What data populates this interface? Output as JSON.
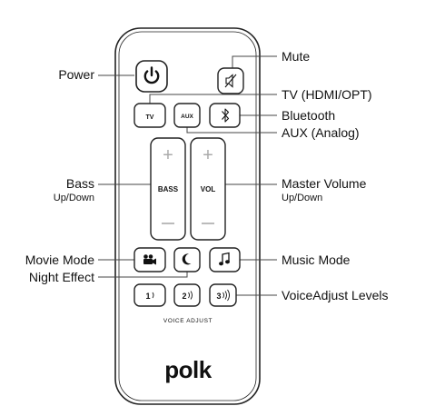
{
  "labels": {
    "power": "Power",
    "mute": "Mute",
    "tv": "TV (HDMI/OPT)",
    "bluetooth": "Bluetooth",
    "aux": "AUX (Analog)",
    "bass": "Bass",
    "bass_sub": "Up/Down",
    "master_volume": "Master Volume",
    "master_volume_sub": "Up/Down",
    "movie_mode": "Movie Mode",
    "night_effect": "Night Effect",
    "music_mode": "Music Mode",
    "voice_adjust_levels": "VoiceAdjust Levels"
  },
  "buttons": {
    "tv": "TV",
    "aux": "AUX",
    "bass": "BASS",
    "vol": "VOL",
    "plus": "+",
    "minus": "—",
    "voice1": "1",
    "voice2": "2",
    "voice3": "3",
    "voice_adjust": "VOICE ADJUST"
  },
  "brand": "polk",
  "icons": {
    "power": "power-icon",
    "mute": "mute-icon",
    "bluetooth": "bluetooth-icon",
    "movie": "movie-camera-icon",
    "night": "moon-icon",
    "music": "music-note-icon"
  }
}
